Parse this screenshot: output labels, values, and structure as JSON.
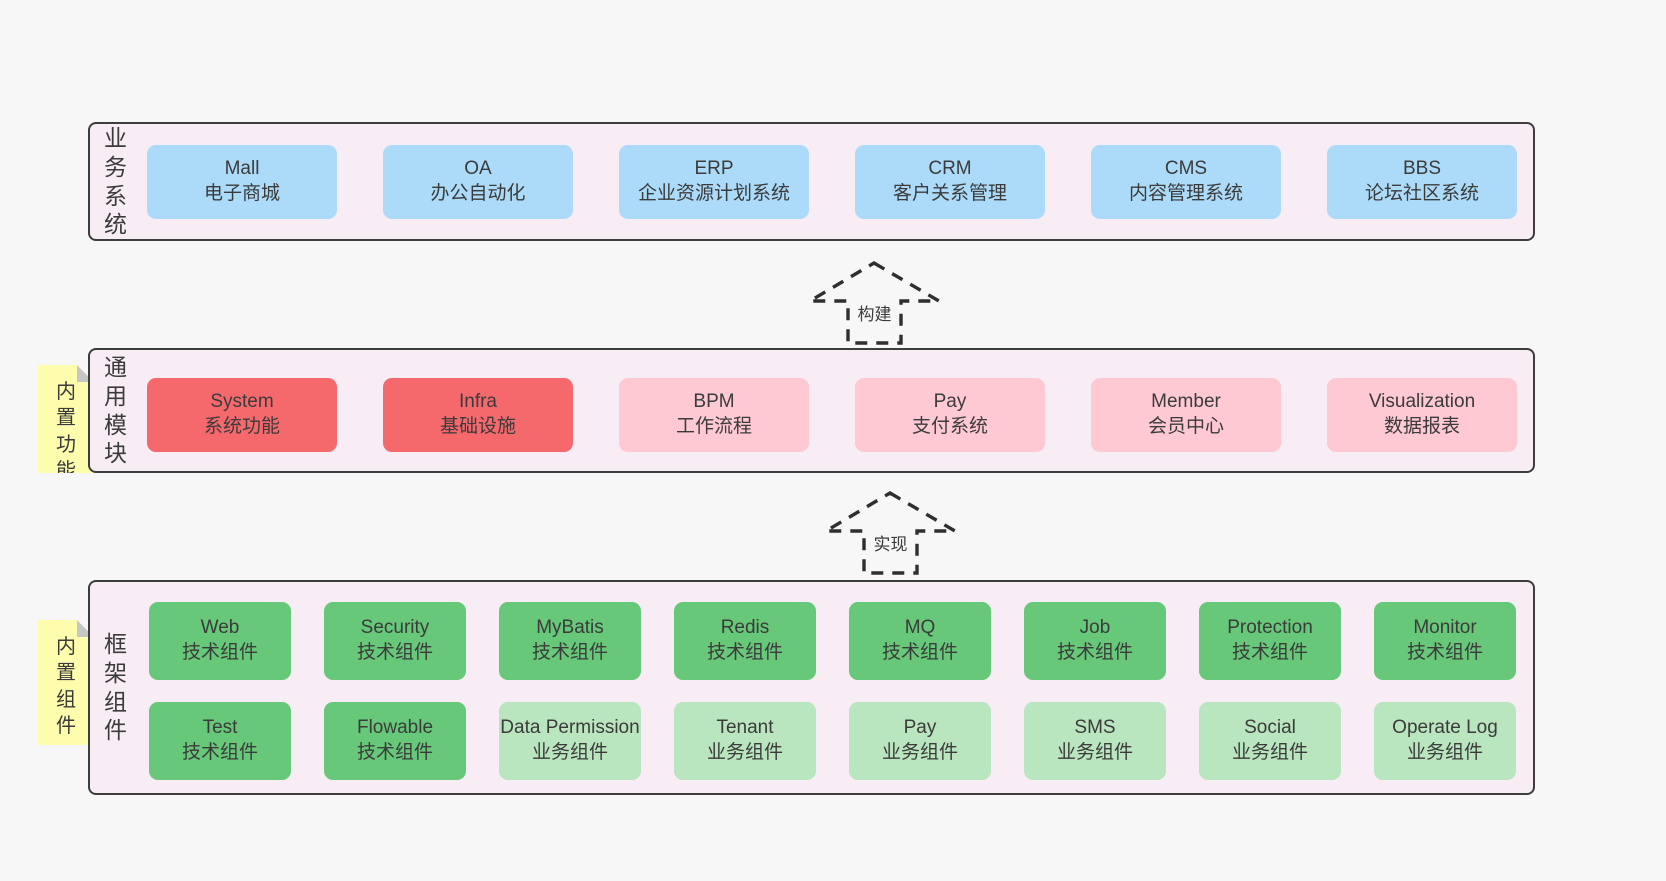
{
  "colors": {
    "page_bg": "#f7f7f7",
    "panel_bg": "#f9edf5",
    "panel_border": "#3d3d3d",
    "blue_box": "#abdbf9",
    "red_box": "#f5696d",
    "pink_box": "#fec9d3",
    "green_box": "#66c878",
    "light_green_box": "#b9e5bf",
    "sticky_yellow": "#fdfdad",
    "sticky_fold_gray": "#c6c6c6",
    "text": "#3b3b3b"
  },
  "arrows": [
    {
      "label": "构建"
    },
    {
      "label": "实现"
    }
  ],
  "sections": {
    "business": {
      "label": "业务系统",
      "boxes": [
        {
          "name": "Mall",
          "desc": "电子商城",
          "type": "blue"
        },
        {
          "name": "OA",
          "desc": "办公自动化",
          "type": "blue"
        },
        {
          "name": "ERP",
          "desc": "企业资源计划系统",
          "type": "blue"
        },
        {
          "name": "CRM",
          "desc": "客户关系管理",
          "type": "blue"
        },
        {
          "name": "CMS",
          "desc": "内容管理系统",
          "type": "blue"
        },
        {
          "name": "BBS",
          "desc": "论坛社区系统",
          "type": "blue"
        }
      ]
    },
    "modules": {
      "label": "通用模块",
      "tab": "内置功能",
      "boxes": [
        {
          "name": "System",
          "desc": "系统功能",
          "type": "red"
        },
        {
          "name": "Infra",
          "desc": "基础设施",
          "type": "red"
        },
        {
          "name": "BPM",
          "desc": "工作流程",
          "type": "pink"
        },
        {
          "name": "Pay",
          "desc": "支付系统",
          "type": "pink"
        },
        {
          "name": "Member",
          "desc": "会员中心",
          "type": "pink"
        },
        {
          "name": "Visualization",
          "desc": "数据报表",
          "type": "pink"
        }
      ]
    },
    "framework": {
      "label": "框架组件",
      "tab": "内置组件",
      "row1": [
        {
          "name": "Web",
          "desc": "技术组件",
          "type": "green"
        },
        {
          "name": "Security",
          "desc": "技术组件",
          "type": "green"
        },
        {
          "name": "MyBatis",
          "desc": "技术组件",
          "type": "green"
        },
        {
          "name": "Redis",
          "desc": "技术组件",
          "type": "green"
        },
        {
          "name": "MQ",
          "desc": "技术组件",
          "type": "green"
        },
        {
          "name": "Job",
          "desc": "技术组件",
          "type": "green"
        },
        {
          "name": "Protection",
          "desc": "技术组件",
          "type": "green"
        },
        {
          "name": "Monitor",
          "desc": "技术组件",
          "type": "green"
        }
      ],
      "row2": [
        {
          "name": "Test",
          "desc": "技术组件",
          "type": "green"
        },
        {
          "name": "Flowable",
          "desc": "技术组件",
          "type": "green"
        },
        {
          "name": "Data Permission",
          "desc": "业务组件",
          "type": "lightgreen"
        },
        {
          "name": "Tenant",
          "desc": "业务组件",
          "type": "lightgreen"
        },
        {
          "name": "Pay",
          "desc": "业务组件",
          "type": "lightgreen"
        },
        {
          "name": "SMS",
          "desc": "业务组件",
          "type": "lightgreen"
        },
        {
          "name": "Social",
          "desc": "业务组件",
          "type": "lightgreen"
        },
        {
          "name": "Operate Log",
          "desc": "业务组件",
          "type": "lightgreen"
        }
      ]
    }
  }
}
